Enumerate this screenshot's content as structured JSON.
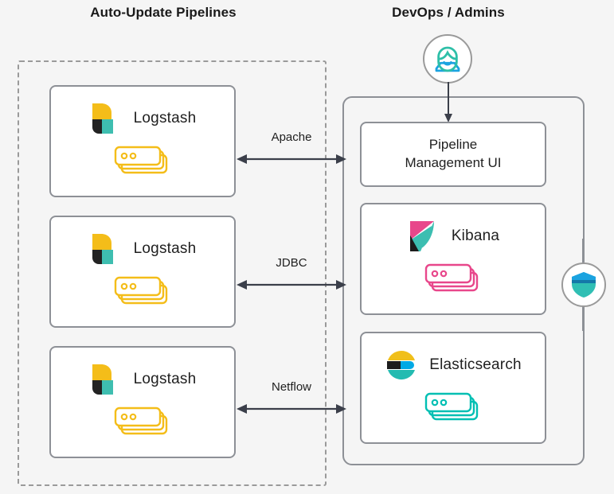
{
  "headers": {
    "left": "Auto-Update Pipelines",
    "right": "DevOps / Admins"
  },
  "colors": {
    "background": "#f5f5f5",
    "card_border": "#8d9096",
    "dashed_border": "#9a9a9a",
    "arrow": "#3b3f4a",
    "logstash_yellow": "#f4bd19",
    "logstash_black": "#232323",
    "logstash_teal": "#3ebeb0",
    "kibana_pink": "#e8478b",
    "kibana_black": "#1c1c1c",
    "kibana_teal": "#3cbeb1",
    "elastic_yellow": "#f0bf1a",
    "elastic_blue": "#00a9e5",
    "elastic_teal": "#24bbb1",
    "elastic_black": "#1c1c1c",
    "shield_blue": "#1ba3e0",
    "shield_teal": "#30bfb4",
    "stack_yellow": "#f4bd19",
    "stack_pink": "#e8478b",
    "stack_teal": "#00bfb3"
  },
  "dashed_group": {
    "name": "auto-update-pipelines-boundary"
  },
  "right_group": {
    "name": "devops-admins-boundary"
  },
  "avatar": {
    "icon": "user-avatar-icon",
    "alt": "DevOps admin user"
  },
  "shield": {
    "icon": "shield-security-icon",
    "alt": "Security shield"
  },
  "pipelines": [
    {
      "label": "Logstash",
      "logo": "logstash-logo",
      "stack_icon": "server-stack-icon",
      "protocol": "Apache"
    },
    {
      "label": "Logstash",
      "logo": "logstash-logo",
      "stack_icon": "server-stack-icon",
      "protocol": "JDBC"
    },
    {
      "label": "Logstash",
      "logo": "logstash-logo",
      "stack_icon": "server-stack-icon",
      "protocol": "Netflow"
    }
  ],
  "connections": [
    {
      "label": "Apache",
      "direction": "bidirectional"
    },
    {
      "label": "JDBC",
      "direction": "bidirectional"
    },
    {
      "label": "Netflow",
      "direction": "bidirectional"
    }
  ],
  "stack_nodes": [
    {
      "label": "Pipeline\nManagement UI",
      "line1": "Pipeline",
      "line2": "Management UI"
    },
    {
      "label": "Kibana",
      "logo": "kibana-logo",
      "stack_icon": "server-stack-icon"
    },
    {
      "label": "Elasticsearch",
      "logo": "elasticsearch-logo",
      "stack_icon": "server-stack-icon"
    }
  ]
}
